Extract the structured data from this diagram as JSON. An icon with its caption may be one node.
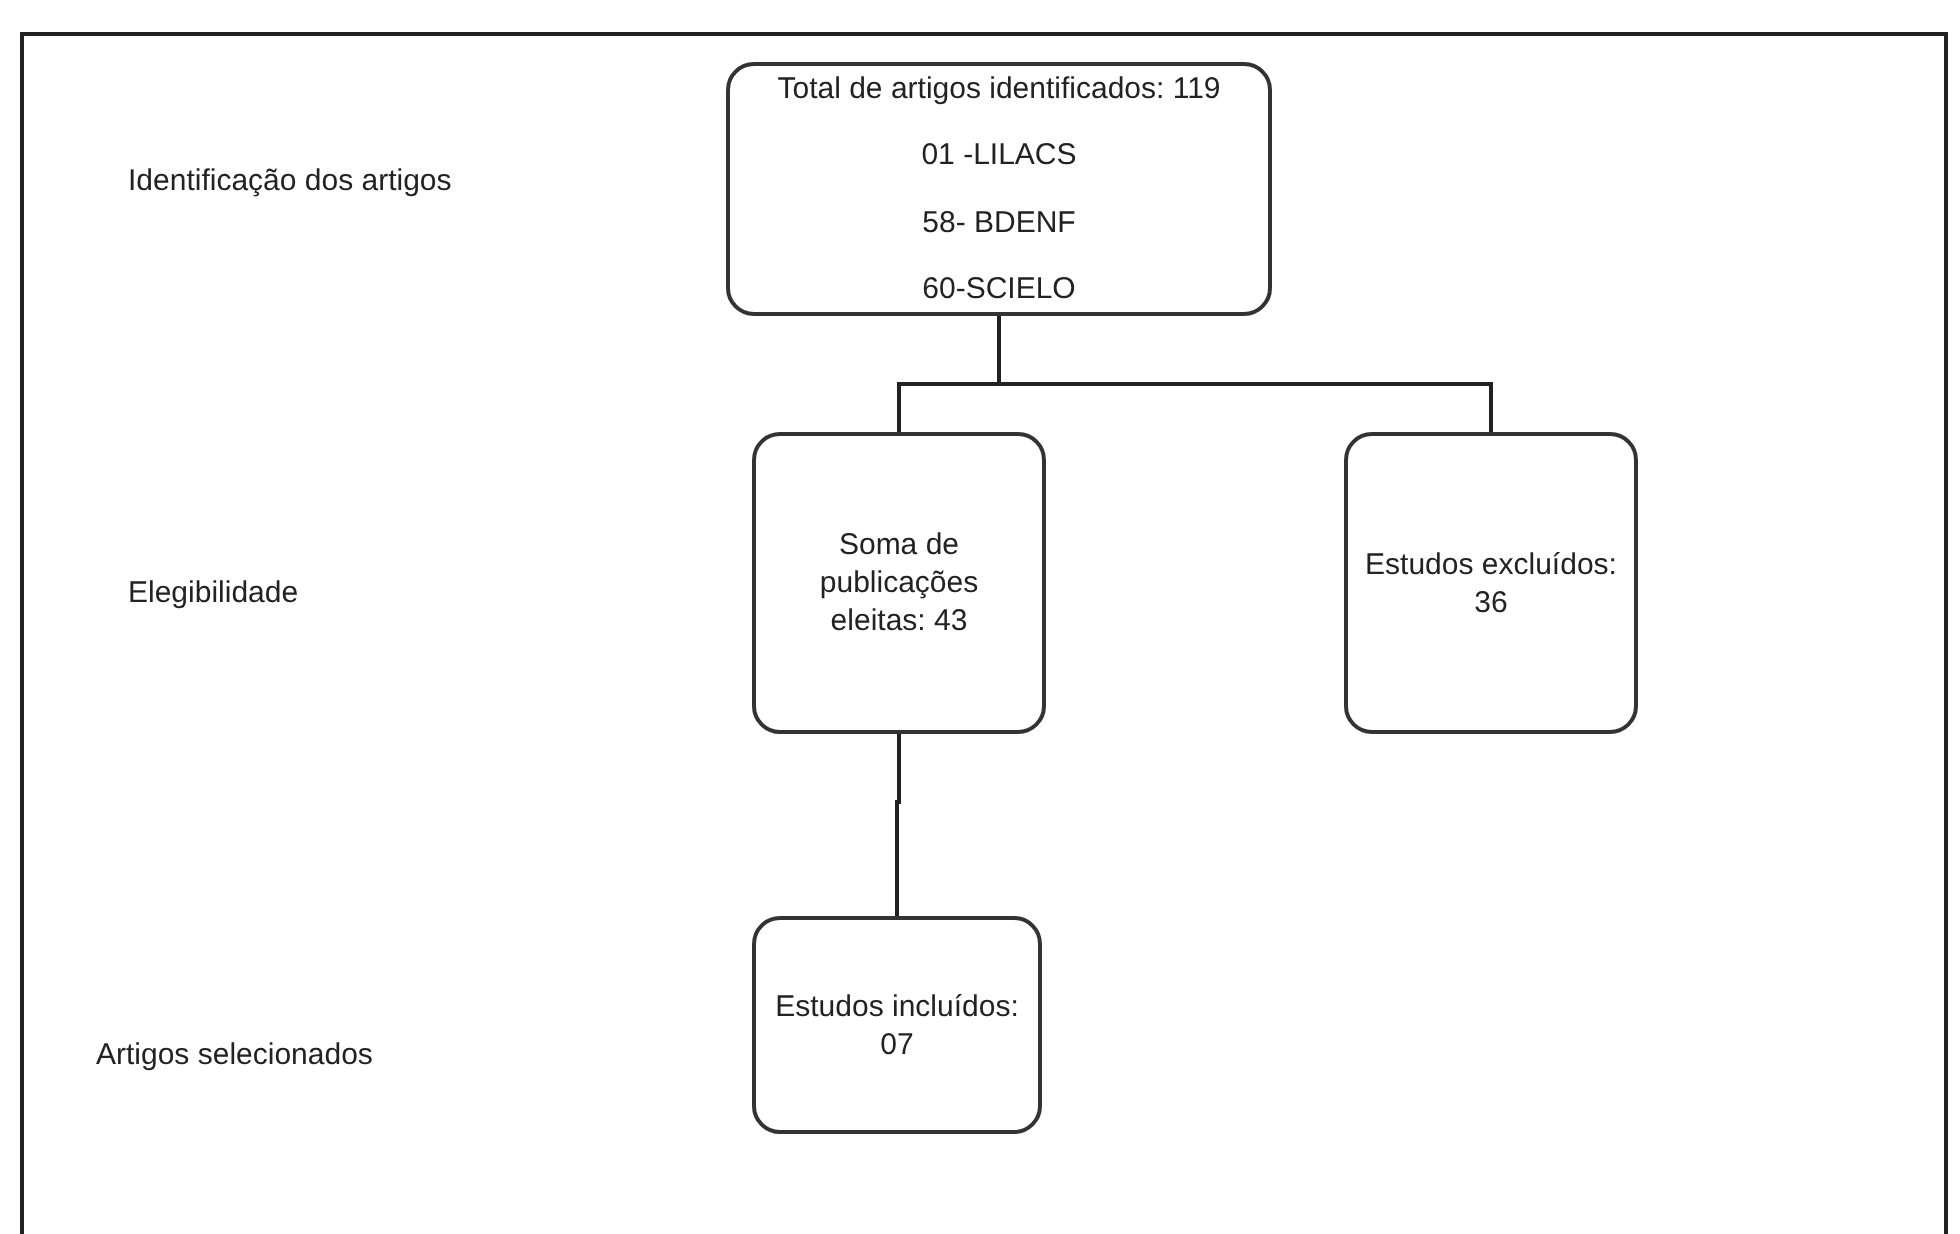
{
  "diagram": {
    "nodes": [
      {
        "text": [
          "Total de artigos identificados: 119",
          "01 -LILACS",
          "58- BDENF",
          "60-SCIELO"
        ]
      },
      {
        "text": [
          "Soma de publicações eleitas: 43"
        ]
      },
      {
        "text": [
          "Estudos excluídos: 36"
        ]
      },
      {
        "text": [
          "Estudos incluídos: 07"
        ]
      }
    ],
    "edges": [
      {
        "from": 0,
        "to": 1,
        "arrow": "none"
      },
      {
        "from": 0,
        "to": 2,
        "arrow": "none"
      },
      {
        "from": 1,
        "to": 3,
        "arrow": "none"
      }
    ],
    "labels": [
      "Identificação dos artigos",
      "Elegibilidade",
      "Artigos selecionados"
    ]
  }
}
